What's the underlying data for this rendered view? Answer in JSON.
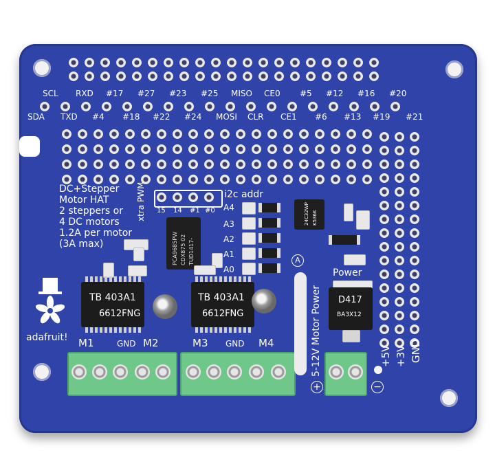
{
  "board": {
    "header_top": [
      "SCL",
      "RXD",
      "#17",
      "#27",
      "#23",
      "#25",
      "MISO",
      "CE0",
      "#5",
      "#12",
      "#16",
      "#20"
    ],
    "header_bottom": [
      "SDA",
      "TXD",
      "#4",
      "#18",
      "#22",
      "#24",
      "MOSI",
      "CLR",
      "CE1",
      "#6",
      "#13",
      "#19",
      "#21"
    ],
    "title_lines": [
      "DC+Stepper",
      "Motor HAT",
      "2 steppers  or",
      "4 DC motors",
      "1.2A per motor",
      "(3A max)"
    ],
    "xtra_pwm": "xtra PWM",
    "pwm_pins": [
      "15",
      "14",
      "#1",
      "#0"
    ],
    "i2c_addr": "i2c  addr",
    "addr_pins": [
      "A4",
      "A3",
      "A2",
      "A1",
      "A0"
    ],
    "pwm_chip": [
      "PCA9685PW",
      "CDX875 02",
      "TUD1417-"
    ],
    "eeprom_chip": [
      "24C32WP",
      "K536K"
    ],
    "driver_chip_1": [
      "TB 403A1",
      "6612FNG"
    ],
    "driver_chip_2": [
      "TB 403A1",
      "6612FNG"
    ],
    "brand": "adafruit!",
    "motor_labels": [
      "M1",
      "GND",
      "M2",
      "M3",
      "GND",
      "M4"
    ],
    "power_label": "Power",
    "regulator": [
      "D417",
      "BA3X12"
    ],
    "motor_power": "5-12V Motor Power",
    "a_marker": "A",
    "plus": "+",
    "minus": "−",
    "rail_labels": [
      "+5V",
      "+3V",
      "GND"
    ]
  }
}
